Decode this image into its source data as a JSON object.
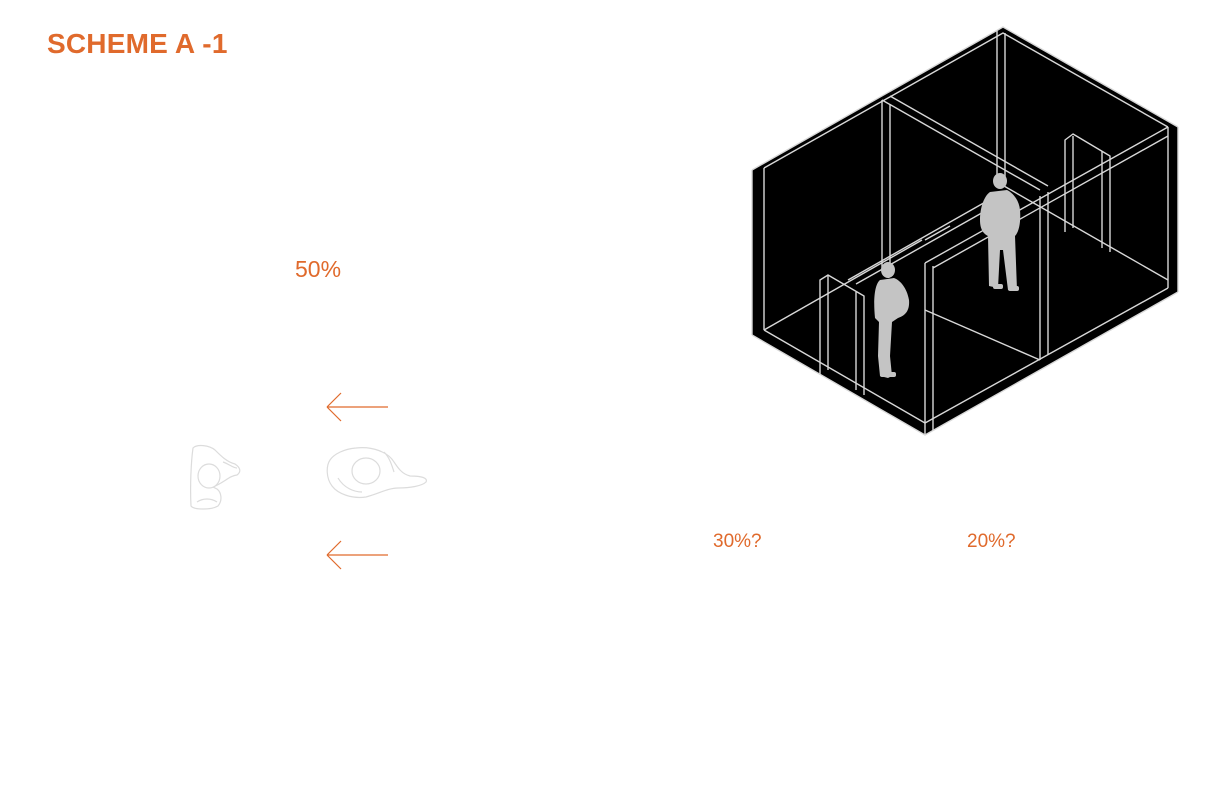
{
  "title": "SCHEME A -1",
  "labels": {
    "pct_50": "50%",
    "pct_30": "30%?",
    "pct_20": "20%?"
  },
  "colors": {
    "accent": "#e06a2c",
    "room_fill": "#000000",
    "room_lines": "#d8d8d8",
    "figure": "#c4c4c4",
    "plan_figure": "#dcdcdc"
  },
  "icons": {
    "arrows": [
      "arrow-left-icon",
      "arrow-left-icon"
    ],
    "plan_figures": [
      "person-top-view-icon",
      "person-top-view-icon"
    ],
    "room": "isometric-room-icon",
    "people": [
      "standing-person-icon",
      "standing-person-icon"
    ]
  }
}
